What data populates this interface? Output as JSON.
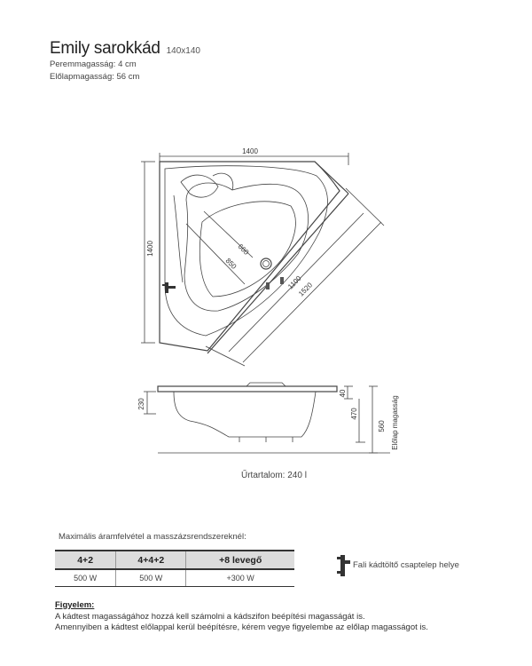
{
  "product": {
    "name": "Emily sarokkád",
    "size": "140x140",
    "rim_height": "Peremmagasság: 4 cm",
    "front_panel_height": "Előlapmagasság: 56 cm"
  },
  "top_view_dims": {
    "width": "1400",
    "depth": "1400",
    "inner_660": "660",
    "inner_850": "850",
    "diag_1100": "1100",
    "diag_1520": "1520"
  },
  "side_view_dims": {
    "left_230": "230",
    "rim_40": "40",
    "height_470": "470",
    "height_560": "560",
    "front_panel_label": "Előlap magasság"
  },
  "capacity": "Űrtartalom: 240 l",
  "power": {
    "label": "Maximális áramfelvétel a masszázsrendszereknél:",
    "headers": [
      "4+2",
      "4+4+2",
      "+8 levegő"
    ],
    "values": [
      "500 W",
      "500 W",
      "+300 W"
    ]
  },
  "faucet_label": "Fali kádtöltő csaptelep helye",
  "notes": {
    "heading": "Figyelem:",
    "line1": "A kádtest magasságához hozzá kell számolni a kádszifon beépítési magasságát is.",
    "line2": "Amennyiben a kádtest előlappal kerül beépítésre, kérem vegye figyelembe az előlap magasságot is."
  }
}
